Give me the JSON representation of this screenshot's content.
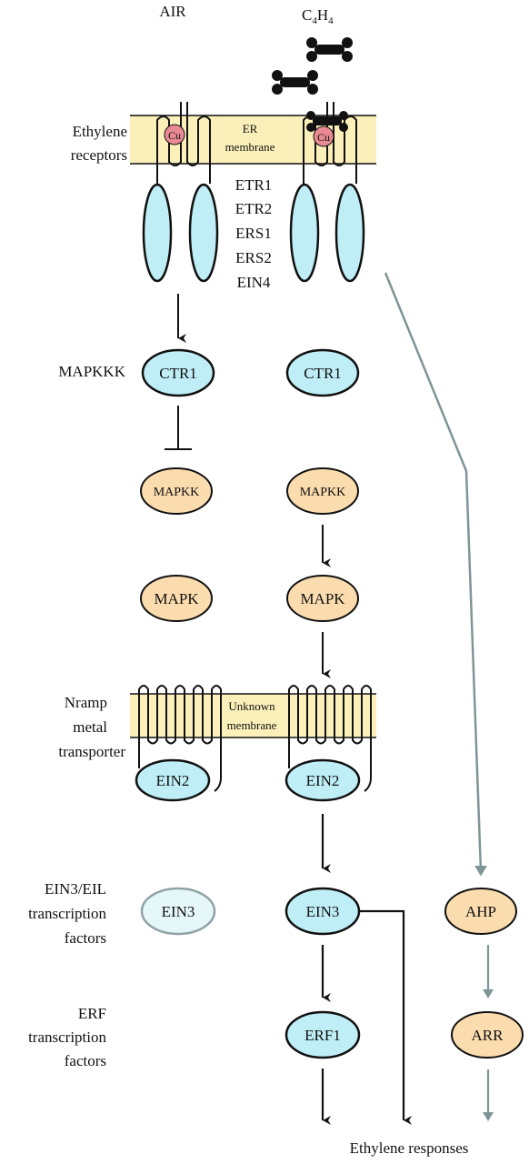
{
  "columns": {
    "air": "AIR",
    "ethylene_base": "C",
    "ethylene_sub1": "4",
    "ethylene_H": "H",
    "ethylene_sub2": "4"
  },
  "row_labels": {
    "receptors": [
      "Ethylene",
      "receptors"
    ],
    "mapkkk": [
      "MAPKKK"
    ],
    "nramp": [
      "Nramp",
      "metal",
      "transporter"
    ],
    "ein3eil": [
      "EIN3/EIL",
      "transcription",
      "factors"
    ],
    "erf": [
      "ERF",
      "transcription",
      "factors"
    ]
  },
  "membranes": {
    "er": [
      "ER",
      "membrane"
    ],
    "unknown": [
      "Unknown",
      "membrane"
    ]
  },
  "copper": "Cu",
  "receptor_list": [
    "ETR1",
    "ETR2",
    "ERS1",
    "ERS2",
    "EIN4"
  ],
  "nodes": {
    "ctr1_air": "CTR1",
    "ctr1_eth": "CTR1",
    "mapkk_air": "MAPKK",
    "mapkk_eth": "MAPKK",
    "mapk_air": "MAPK",
    "mapk_eth": "MAPK",
    "ein2_air": "EIN2",
    "ein2_eth": "EIN2",
    "ein3_air": "EIN3",
    "ein3_eth": "EIN3",
    "ahp": "AHP",
    "erf1": "ERF1",
    "arr": "ARR"
  },
  "footer": "Ethylene responses",
  "colors": {
    "membrane": "#fbf0b9",
    "cyan": "#bfeef6",
    "orange": "#fbdcae",
    "copper": "#e98a93",
    "gray_arrow": "#7f9496"
  }
}
